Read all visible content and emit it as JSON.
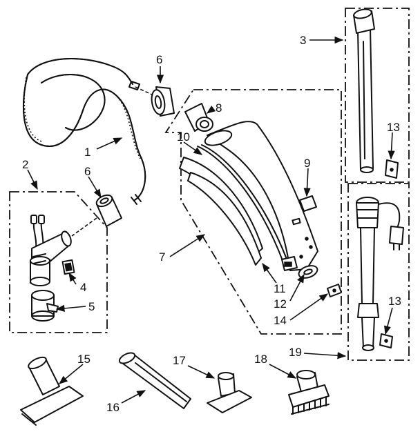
{
  "labels": {
    "p1": "1",
    "p2": "2",
    "p3": "3",
    "p4": "4",
    "p5": "5",
    "p6a": "6",
    "p6b": "6",
    "p7": "7",
    "p8": "8",
    "p9": "9",
    "p10": "10",
    "p11": "11",
    "p12": "12",
    "p13a": "13",
    "p13b": "13",
    "p14": "14",
    "p15": "15",
    "p16": "16",
    "p17": "17",
    "p18": "18",
    "p19": "19"
  },
  "colors": {
    "ink": "#111111",
    "background": "#ffffff"
  }
}
